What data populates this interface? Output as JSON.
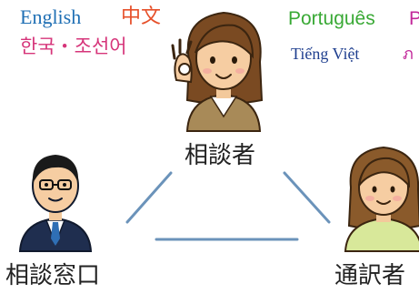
{
  "languages": {
    "english": "English",
    "chinese": "中文",
    "korean": "한국・조선어",
    "portuguese": "Português",
    "portuguese_cut": "P",
    "vietnamese": "Tiếng Việt",
    "thai_cut": "ภ"
  },
  "roles": {
    "consultee": "相談者",
    "counter": "相談窓口",
    "interpreter": "通訳者"
  },
  "colors": {
    "english": "#1f6fb4",
    "chinese": "#e6502a",
    "korean": "#d6357a",
    "portuguese": "#39a935",
    "vietnamese": "#1f3f8f",
    "thai": "#c2279a",
    "connector": "#6b93ba",
    "role_text": "#222222"
  },
  "icons": {
    "consultee": "woman-ok-gesture-icon",
    "counter": "man-in-suit-icon",
    "interpreter": "woman-interpreter-icon"
  }
}
